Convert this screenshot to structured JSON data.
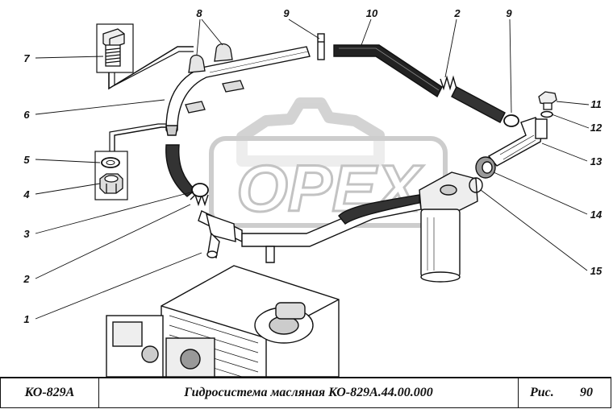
{
  "callouts": [
    {
      "num": "1"
    },
    {
      "num": "2"
    },
    {
      "num": "3"
    },
    {
      "num": "4"
    },
    {
      "num": "5"
    },
    {
      "num": "6"
    },
    {
      "num": "7"
    },
    {
      "num": "8"
    },
    {
      "num": "9"
    },
    {
      "num": "10"
    },
    {
      "num": "2"
    },
    {
      "num": "9"
    },
    {
      "num": "11"
    },
    {
      "num": "12"
    },
    {
      "num": "13"
    },
    {
      "num": "14"
    },
    {
      "num": "15"
    }
  ],
  "watermark": {
    "text": "OPEX"
  },
  "title_block": {
    "model": "КО-829А",
    "title": "Гидросистема масляная КО-829А.44.00.000",
    "fig_label": "Рис.",
    "fig_number": "90"
  },
  "colors": {
    "ink": "#111111",
    "watermark": "#d0d0d0"
  }
}
